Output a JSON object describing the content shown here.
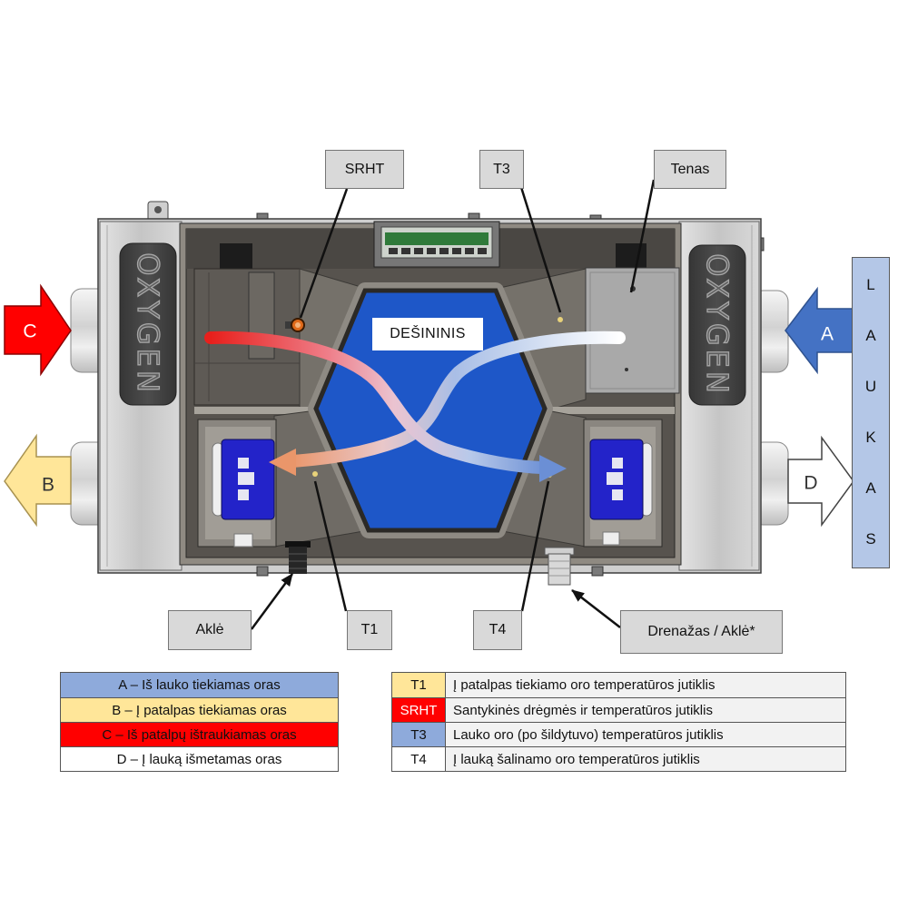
{
  "diagram": {
    "brand": "OXYGEN",
    "side_label": "DEŠININIS",
    "outside_label": "LAUKAS"
  },
  "callouts": {
    "srht": "SRHT",
    "t3": "T3",
    "tenas": "Tenas",
    "akle": "Aklė",
    "t1": "T1",
    "t4": "T4",
    "drenazas": "Drenažas / Aklė*"
  },
  "flows": {
    "a": {
      "letter": "A",
      "color": "#4472c4"
    },
    "b": {
      "letter": "B",
      "color": "#ffe699"
    },
    "c": {
      "letter": "C",
      "color": "#ff0000"
    },
    "d": {
      "letter": "D",
      "color": "#ffffff"
    }
  },
  "legend_air": [
    {
      "text": "A – Iš lauko tiekiamas oras",
      "color": "#8eaadb"
    },
    {
      "text": "B – Į patalpas tiekiamas oras",
      "color": "#ffe699"
    },
    {
      "text": "C – Iš patalpų ištraukiamas oras",
      "color": "#ff0000"
    },
    {
      "text": "D – Į lauką išmetamas oras",
      "color": "#ffffff"
    }
  ],
  "legend_sensors": [
    {
      "code": "T1",
      "text": "Į patalpas tiekiamo oro temperatūros jutiklis",
      "color": "#ffe699"
    },
    {
      "code": "SRHT",
      "text": "Santykinės drėgmės ir temperatūros jutiklis",
      "color": "#ff0000"
    },
    {
      "code": "T3",
      "text": "Lauko oro (po šildytuvo) temperatūros jutiklis",
      "color": "#8eaadb"
    },
    {
      "code": "T4",
      "text": "Į lauką šalinamo oro temperatūros jutiklis",
      "color": "#ffffff"
    }
  ],
  "colors": {
    "exchanger": "#1e57c8",
    "fan": "#2323c9",
    "outside_box": "#b4c7e7"
  }
}
